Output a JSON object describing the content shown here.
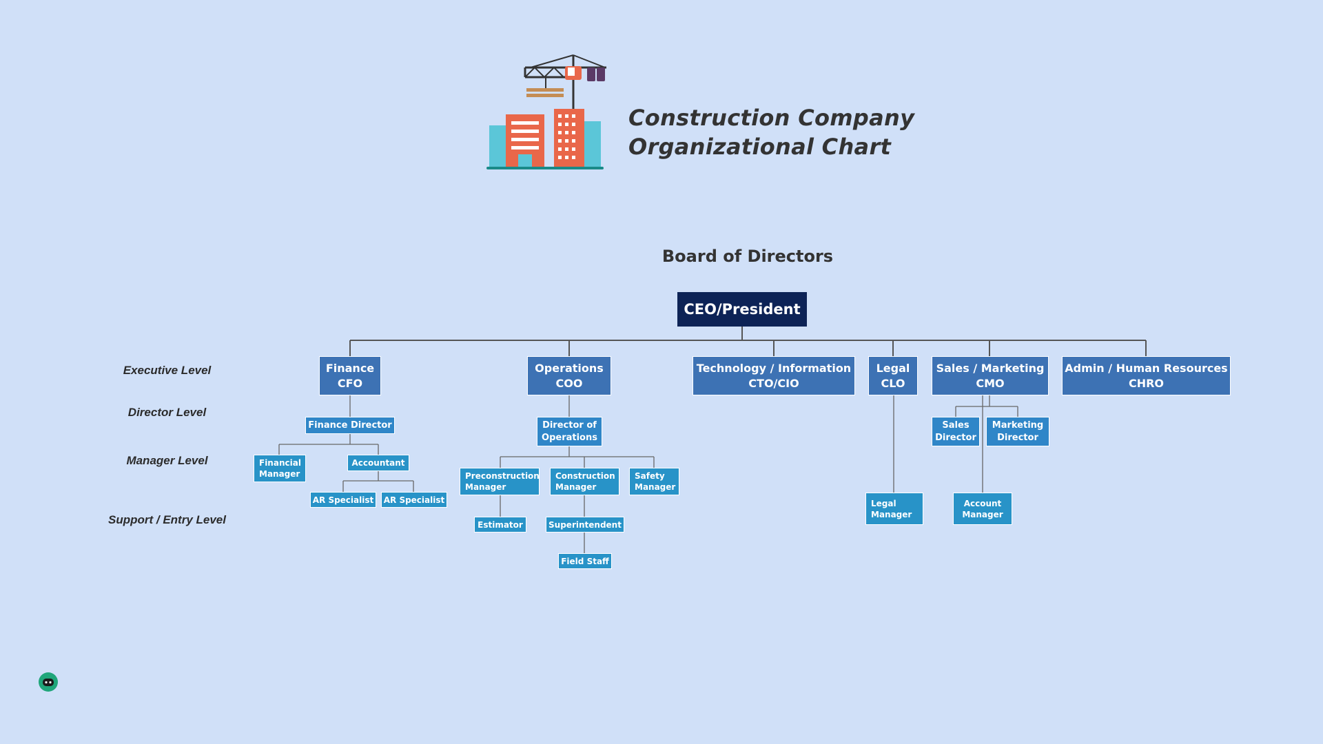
{
  "header": {
    "title_line1": "Construction Company",
    "title_line2": "Organizational Chart"
  },
  "board": "Board of Directors",
  "levels": {
    "executive": "Executive Level",
    "director": "Director Level",
    "manager": "Manager Level",
    "support": "Support / Entry Level"
  },
  "ceo": "CEO/President",
  "executives": {
    "finance": "Finance\nCFO",
    "operations": "Operations\nCOO",
    "technology": "Technology / Information\nCTO/CIO",
    "legal": "Legal\nCLO",
    "sales": "Sales / Marketing\nCMO",
    "admin": "Admin / Human Resources\nCHRO"
  },
  "finance": {
    "director": "Finance Director",
    "financial_manager": "Financial\nManager",
    "accountant": "Accountant",
    "ar1": "AR Specialist",
    "ar2": "AR Specialist"
  },
  "operations": {
    "director": "Director of\nOperations",
    "precon": "Preconstruction\nManager",
    "construction": "Construction\nManager",
    "safety": "Safety\nManager",
    "estimator": "Estimator",
    "superintendent": "Superintendent",
    "field_staff": "Field Staff"
  },
  "legal": {
    "manager": "Legal\nManager"
  },
  "sales": {
    "sales_director": "Sales\nDirector",
    "marketing_director": "Marketing\nDirector",
    "account_manager": "Account\nManager"
  },
  "colors": {
    "background": "#d0e0f8",
    "ceo": "#0d2356",
    "executive": "#3d72b4",
    "director": "#2f86c8",
    "staff": "#2893c8",
    "connector": "#555555"
  },
  "icons": {
    "logo": "construction-crane-buildings-icon",
    "assistant": "bot-icon"
  }
}
